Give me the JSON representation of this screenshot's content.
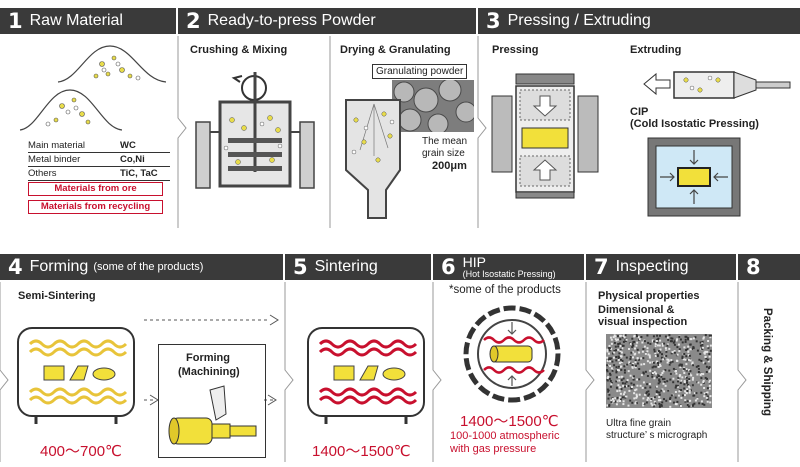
{
  "steps": [
    {
      "num": "1",
      "title": "Raw Material"
    },
    {
      "num": "2",
      "title": "Ready-to-press Powder"
    },
    {
      "num": "3",
      "title": "Pressing / Extruding"
    },
    {
      "num": "4",
      "title": "Forming",
      "sub": "(some of the products)"
    },
    {
      "num": "5",
      "title": "Sintering"
    },
    {
      "num": "6",
      "title": "HIP",
      "sub": "(Hot Isostatic Pressing)"
    },
    {
      "num": "7",
      "title": "Inspecting"
    },
    {
      "num": "8",
      "title": "Packing & Shipping"
    }
  ],
  "raw_material": {
    "rows": [
      {
        "label": "Main material",
        "value": "WC"
      },
      {
        "label": "Metal binder",
        "value": "Co,Ni"
      },
      {
        "label": "Others",
        "value": "TiC, TaC"
      }
    ],
    "ore": "Materials from ore",
    "recycling": "Materials from recycling"
  },
  "powder": {
    "crushing": "Crushing & Mixing",
    "drying": "Drying & Granulating",
    "granulating_label": "Granulating powder",
    "grain_l1": "The mean",
    "grain_l2": "grain size",
    "grain_size": "200μm"
  },
  "pressing": {
    "pressing": "Pressing",
    "extruding": "Extruding",
    "cip": "CIP",
    "cip_full": "(Cold Isostatic Pressing)"
  },
  "forming": {
    "semi": "Semi-Sintering",
    "forming_l1": "Forming",
    "forming_l2": "(Machining)",
    "temp": "400～700℃"
  },
  "sintering": {
    "temp": "1400～1500℃"
  },
  "hip": {
    "note": "*some of the products",
    "temp": "1400～1500℃",
    "pressure_l1": "100-1000 atmospheric",
    "pressure_l2": "with gas pressure"
  },
  "inspecting": {
    "physical": "Physical properties",
    "dim_l1": "Dimensional &",
    "dim_l2": "visual inspection",
    "micro_l1": "Ultra fine grain",
    "micro_l2": "structure’ s micrograph"
  },
  "colors": {
    "header": "#3a3a3a",
    "accent_red": "#c8102e",
    "yellow": "#f2e03a",
    "blue": "#cfe8f6"
  }
}
